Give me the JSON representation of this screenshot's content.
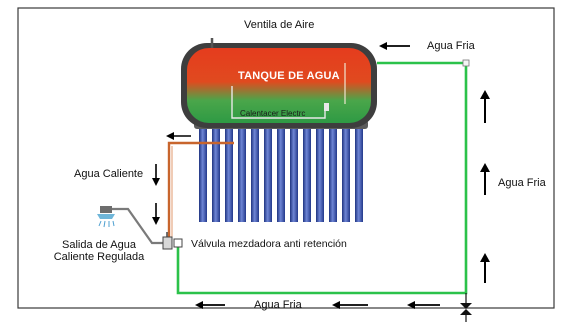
{
  "labels": {
    "ventila": "Ventila de Aire",
    "agua_fria_top": "Agua Fria",
    "agua_fria_right": "Agua Fria",
    "agua_fria_bottom": "Agua Fria",
    "tanque": "TANQUE DE AGUA",
    "calentador": "Calentacer Electrc",
    "agua_caliente": "Agua Caliente",
    "salida_line1": "Salida de Agua",
    "salida_line2": "Caliente Regulada",
    "valvula": "Válvula mezdadora anti retención"
  },
  "colors": {
    "cold_pipe": "#2bc24a",
    "hot_pipe": "#c8652d",
    "tank_red": "#e53c1e",
    "tank_green": "#36b04a",
    "tube_blue": "#2f4fa6",
    "frame": "#3a3a3a"
  }
}
